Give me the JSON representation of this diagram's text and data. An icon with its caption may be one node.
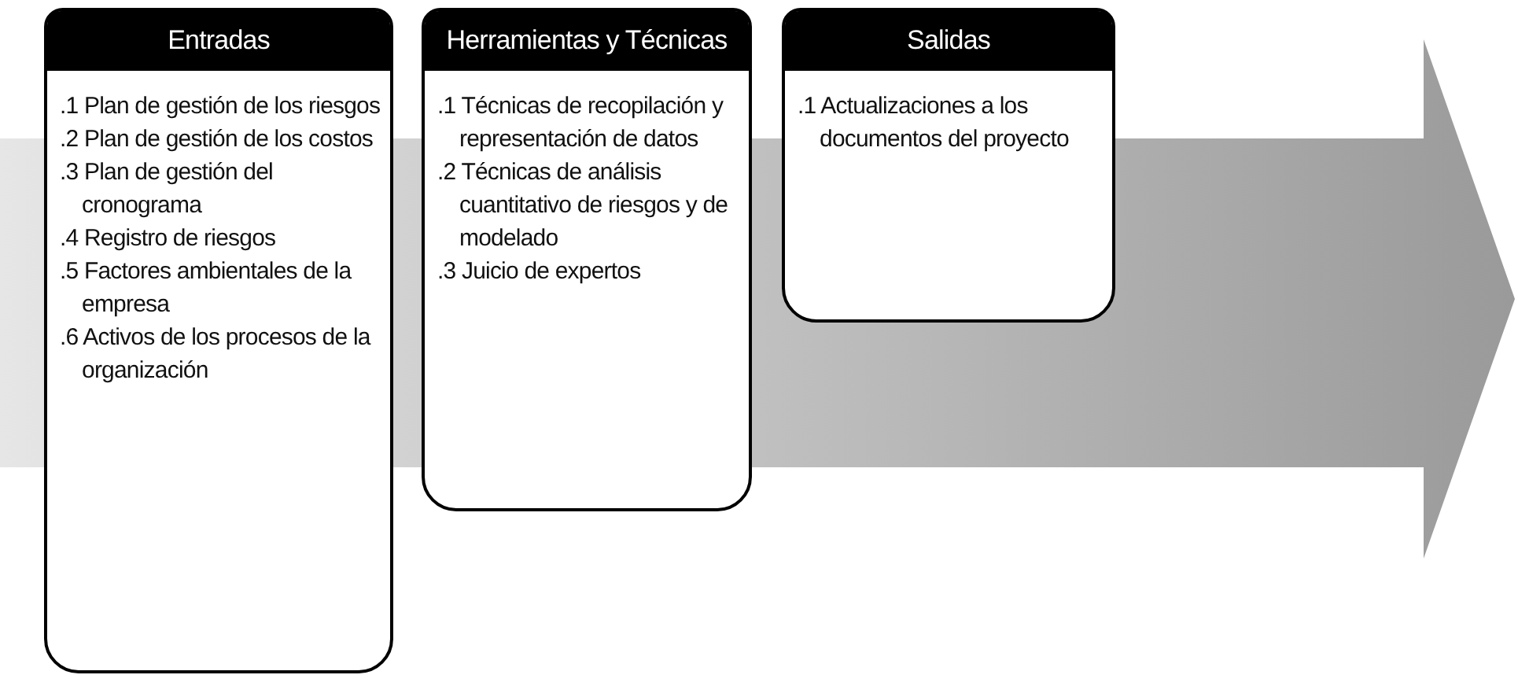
{
  "diagram": {
    "nodes": [
      {
        "text": [
          "Entradas",
          ".1 Plan de gestión de los riesgos",
          ".2 Plan de gestión de los costos",
          ".3 Plan de gestión del cronograma",
          ".4 Registro de riesgos",
          ".5 Factores ambientales de la empresa",
          ".6 Activos de los procesos de la organización"
        ]
      },
      {
        "text": [
          "Herramientas y Técnicas",
          ".1 Técnicas de recopilación y representación de datos",
          ".2 Técnicas de análisis cuantitativo de riesgos y de modelado",
          ".3 Juicio de expertos"
        ]
      },
      {
        "text": [
          "Salidas",
          ".1 Actualizaciones a los documentos del proyecto"
        ]
      }
    ]
  }
}
